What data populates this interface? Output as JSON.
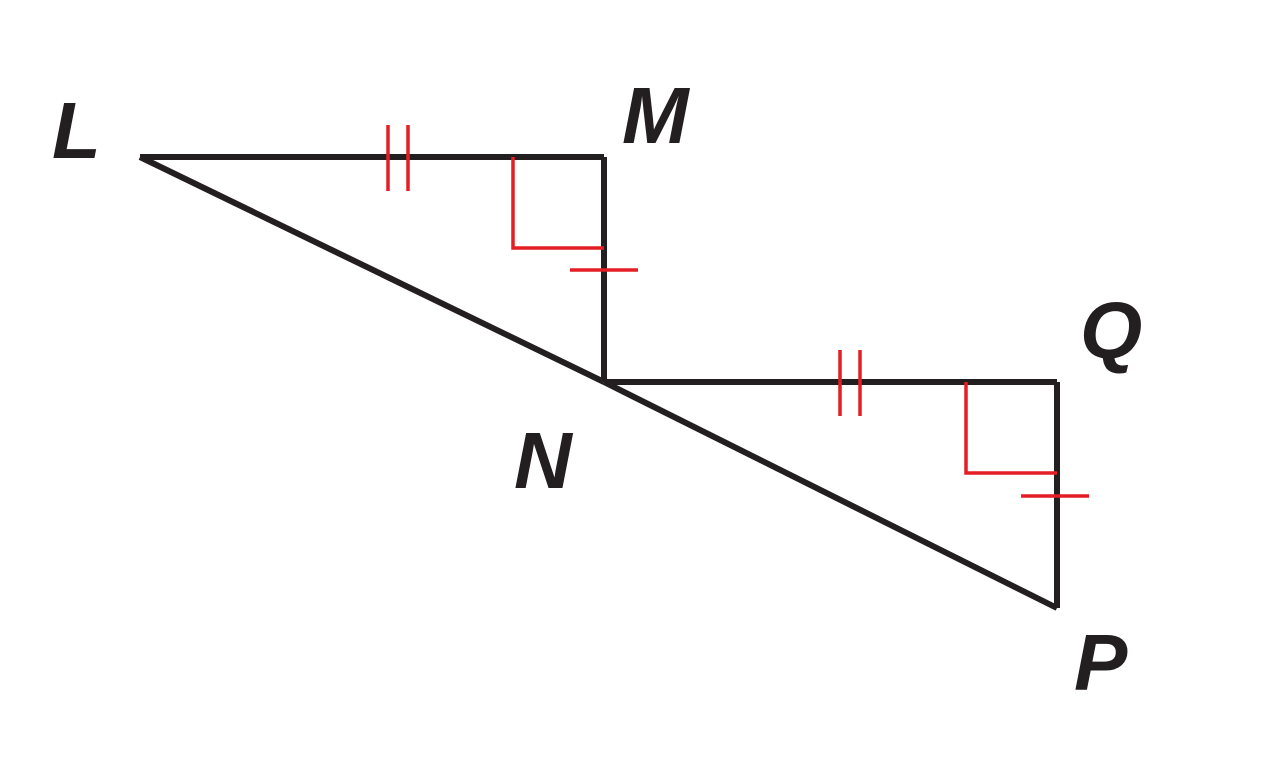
{
  "diagram": {
    "vertices": {
      "L": "L",
      "M": "M",
      "N": "N",
      "Q": "Q",
      "P": "P"
    },
    "triangles": [
      "LMN",
      "NQP"
    ],
    "segments": [
      "LM",
      "MN",
      "LN",
      "NQ",
      "QP",
      "NP"
    ],
    "marks": {
      "right_angles": [
        "M",
        "Q"
      ],
      "double_tick_segments": [
        "LM",
        "NQ"
      ],
      "single_tick_segments": [
        "MN",
        "QP"
      ]
    },
    "colors": {
      "lines": "#231f20",
      "marks": "#e31e24",
      "labels": "#231f20",
      "background": "#ffffff"
    }
  }
}
